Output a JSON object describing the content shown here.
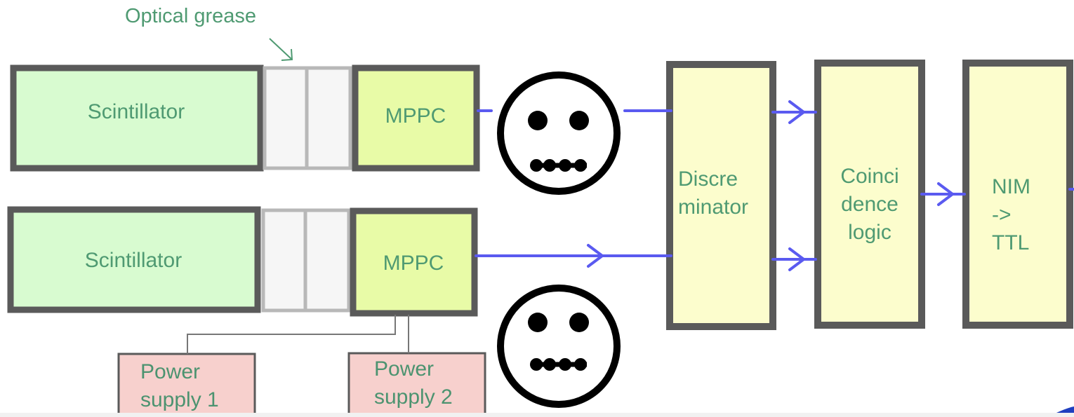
{
  "labels": {
    "optical_grease": "Optical grease",
    "scintillator_1": "Scintillator",
    "scintillator_2": "Scintillator",
    "mppc_1": "MPPC",
    "mppc_2": "MPPC",
    "discriminator": "Discre\nminator",
    "coincidence": "Coinci\ndence\nlogic",
    "nim_ttl": "NIM\n->\nTTL",
    "power_supply_1": "Power\nsupply 1",
    "power_supply_2": "Power\nsupply 2"
  },
  "colors": {
    "box_border": "#5a5a5a",
    "scintillator_fill": "#d8fbd0",
    "grease_fill": "#f6f6f6",
    "grease_border": "#b8b8b8",
    "mppc_fill": "#e8fba7",
    "logic_fill": "#fcfdcd",
    "power_fill": "#f7d0cd",
    "power_border": "#5a5a5a",
    "signal_line": "#5a5af0",
    "label_text": "#4f9a72",
    "face_stroke": "#000000"
  },
  "icons": [
    "neutral-face-icon",
    "neutral-face-icon"
  ]
}
